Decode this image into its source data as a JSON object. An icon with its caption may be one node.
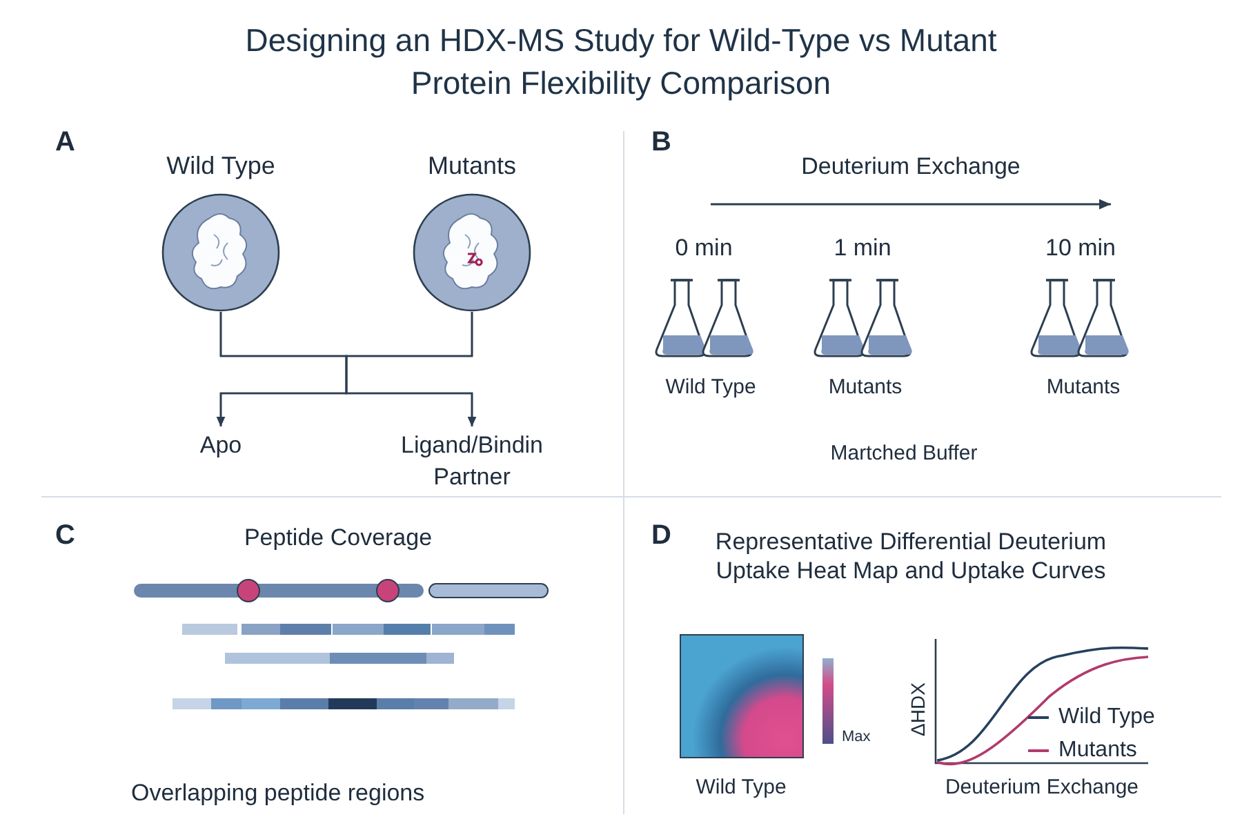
{
  "diagram": {
    "title": "Designing an HDX-MS Study for Wild-Type vs Mutant Protein Flexibility Comparison",
    "nodes": [
      {
        "text": [
          "Wild Type"
        ]
      },
      {
        "text": [
          "Mutants"
        ]
      },
      {
        "text": [
          "Apo"
        ]
      },
      {
        "text": [
          "Ligand/Bindin Partner"
        ]
      }
    ],
    "edges": [
      {
        "from": 0,
        "to": 2,
        "arrow": "to"
      },
      {
        "from": 0,
        "to": 3,
        "arrow": "to"
      },
      {
        "from": 1,
        "to": 2,
        "arrow": "to"
      },
      {
        "from": 1,
        "to": 3,
        "arrow": "to"
      }
    ],
    "labels": [
      "A",
      "B",
      "Deuterium Exchange",
      "0 min",
      "1 min",
      "10 min",
      "Wild Type",
      "Mutants",
      "Mutants",
      "Martched Buffer",
      "C",
      "Peptide Coverage",
      "Overlapping peptide regions",
      "D",
      "Representative Differential Deuterium Uptake Heat Map and Uptake Curves",
      "Max",
      "Wild Type",
      "ΔHDX",
      "Deuterium Exchange"
    ],
    "legend": [
      {
        "text": "Wild Type"
      },
      {
        "text": "Mutants"
      }
    ]
  }
}
